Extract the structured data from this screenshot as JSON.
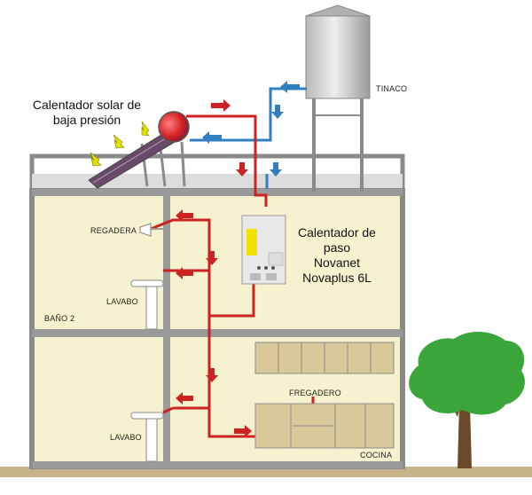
{
  "labels": {
    "solar_heater": [
      "Calentador solar de",
      "baja presión"
    ],
    "tank": "TINACO",
    "shower": "REGADERA",
    "sink_upper": "LAVABO",
    "bathroom": "BAÑO 2",
    "heater": [
      "Calentador de",
      "paso",
      "Novanet",
      "Novaplus 6L"
    ],
    "kitchen_sink": "FREGADERO",
    "sink_lower": "LAVABO",
    "kitchen": "COCINA"
  },
  "colors": {
    "hot_pipe": "#cc2222",
    "cold_pipe": "#2f7fc1",
    "wall": "#8a8a8a",
    "room_fill": "#f6f1cf",
    "cabinet": "#d9c99a",
    "tree": "#3aa63a",
    "trunk": "#6b4a2b",
    "ground": "#c7b48a",
    "sun_arrow": "#e6e000"
  }
}
